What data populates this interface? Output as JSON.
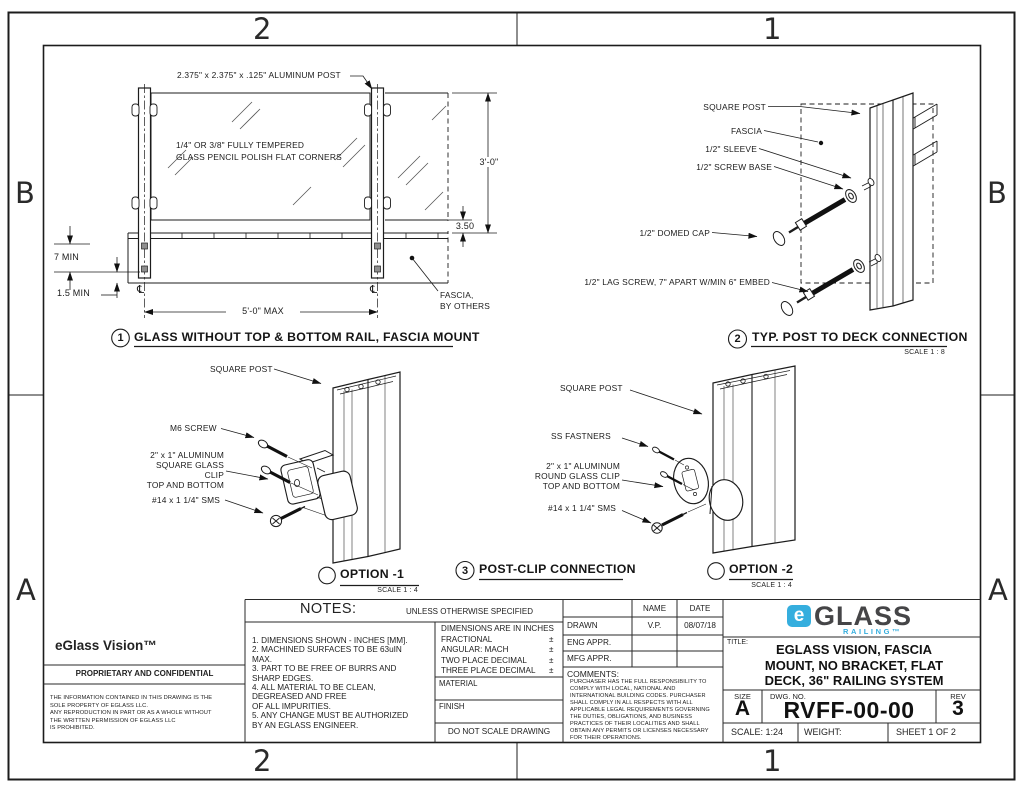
{
  "sheet": {
    "zones": {
      "top": [
        "2",
        "1"
      ],
      "bottom": [
        "2",
        "1"
      ],
      "left": [
        "B",
        "A"
      ],
      "right": [
        "B",
        "A"
      ]
    }
  },
  "detail1": {
    "num": "1",
    "title": "GLASS WITHOUT TOP & BOTTOM RAIL, FASCIA MOUNT",
    "label_post": "2.375\" x 2.375\" x .125\" ALUMINUM POST",
    "label_glass": "1/4\" OR 3/8\" FULLY TEMPERED\nGLASS PENCIL POLISH FLAT CORNERS",
    "label_fascia": "FASCIA,\nBY OTHERS",
    "dim_height": "3'-0\"",
    "dim_glass_gap": "3.50",
    "dim_embed": "7 MIN",
    "dim_edge": "1.5 MIN",
    "dim_span": "5'-0\" MAX",
    "centerline": "℄"
  },
  "detail2": {
    "num": "2",
    "title": "TYP. POST TO DECK CONNECTION",
    "scale": "SCALE 1 : 8",
    "label_post": "SQUARE POST",
    "label_fascia": "FASCIA",
    "label_sleeve": "1/2\" SLEEVE",
    "label_screw_base": "1/2\" SCREW BASE",
    "label_domed_cap": "1/2\" DOMED CAP",
    "label_lag_screw": "1/2\" LAG SCREW, 7\" APART W/MIN 6\" EMBED"
  },
  "detail3": {
    "num": "3",
    "title": "POST-CLIP CONNECTION",
    "option1": {
      "title": "OPTION -1",
      "scale": "SCALE 1 : 4",
      "label_post": "SQUARE POST",
      "label_screw": "M6 SCREW",
      "label_clip": "2\" x 1\" ALUMINUM\nSQUARE GLASS CLIP\nTOP AND BOTTOM",
      "label_sms": "#14 x 1 1/4\" SMS"
    },
    "option2": {
      "title": "OPTION -2",
      "scale": "SCALE 1 : 4",
      "label_post": "SQUARE POST",
      "label_fasteners": "SS FASTNERS",
      "label_clip": "2\" x 1\" ALUMINUM\nROUND GLASS CLIP\nTOP AND BOTTOM",
      "label_sms": "#14 x 1 1/4\" SMS"
    }
  },
  "titleblock": {
    "product": "eGlass Vision™",
    "proprietary_heading": "PROPRIETARY AND CONFIDENTIAL",
    "proprietary_text": "THE INFORMATION CONTAINED IN THIS DRAWING IS THE\nSOLE PROPERTY OF EGLASS LLC.\nANY REPRODUCTION IN PART OR AS A WHOLE WITHOUT\nTHE WRITTEN PERMISSION OF EGLASS LLC\nIS PROHIBITED.",
    "notes_heading": "NOTES:",
    "notes_condition": "UNLESS OTHERWISE SPECIFIED",
    "notes_text": "1. DIMENSIONS SHOWN - INCHES [MM].\n2. MACHINED SURFACES TO BE 63uIN\nMAX.\n3. PART TO BE FREE OF BURRS AND\nSHARP EDGES.\n4. ALL MATERIAL TO BE CLEAN,\nDEGREASED AND FREE\nOF ALL IMPURITIES.\n5. ANY CHANGE MUST BE AUTHORIZED\nBY AN EGLASS ENGINEER.",
    "tol_heading_and_rows": "DIMENSIONS ARE IN INCHES\nFRACTIONAL\nANGULAR: MACH\nTWO PLACE DECIMAL\nTHREE PLACE DECIMAL",
    "tol_pm": "±\n±\n±\n±",
    "material_label": "MATERIAL",
    "finish_label": "FINISH",
    "do_not_scale": "DO NOT SCALE DRAWING",
    "name_header": "NAME",
    "date_header": "DATE",
    "drawn_label": "DRAWN",
    "drawn_name": "V.P.",
    "drawn_date": "08/07/18",
    "eng_label": "ENG APPR.",
    "mfg_label": "MFG APPR.",
    "comments_label": "COMMENTS:",
    "comments_text": "PURCHASER HAS THE FULL RESPONSIBILITY TO\nCOMPLY WITH LOCAL, NATIONAL AND\nINTERNATIONAL BUILDING CODES. PURCHASER\nSHALL COMPLY IN ALL RESPECTS WITH ALL\nAPPLICABLE LEGAL REQUIREMENTS GOVERNING\nTHE DUTIES, OBLIGATIONS, AND BUSINESS\nPRACTICES OF THEIR LOCALITIES AND SHALL\nOBTAIN ANY PERMITS OR LICENSES NECESSARY\nFOR THEIR OPERATIONS.",
    "logo": {
      "e": "e",
      "glass": "GLASS",
      "railing": "RAILING™",
      "blue": "#35aede",
      "dark": "#454547"
    },
    "title_label": "TITLE:",
    "title_text": "EGLASS VISION, FASCIA\nMOUNT, NO BRACKET, FLAT\nDECK, 36\" RAILING SYSTEM",
    "size_label": "SIZE",
    "size_value": "A",
    "dwg_label": "DWG.  NO.",
    "dwg_value": "RVFF-00-00",
    "rev_label": "REV",
    "rev_value": "3",
    "scale_text": "SCALE: 1:24",
    "weight_text": "WEIGHT:",
    "sheet_text": "SHEET 1 OF 2"
  }
}
